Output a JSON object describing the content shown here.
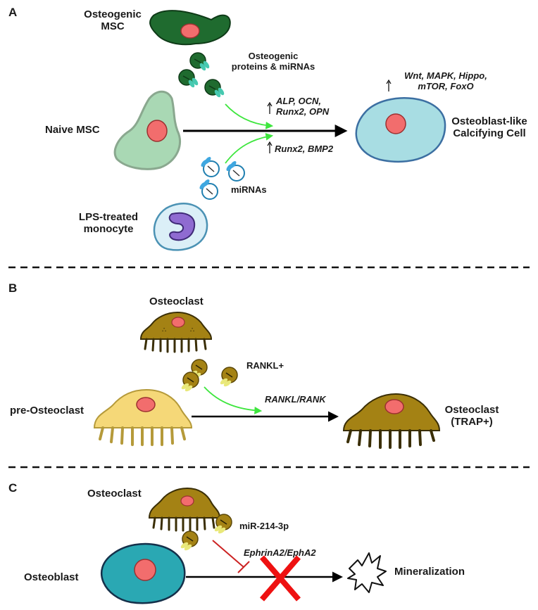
{
  "panels": {
    "a": {
      "letter": "A",
      "osteogenic_msc": [
        "Osteogenic",
        "MSC"
      ],
      "osteogenic_cargo": [
        "Osteogenic",
        "proteins & miRNAs"
      ],
      "naive_msc": "Naive MSC",
      "upreg_top": [
        "ALP, OCN,",
        "Runx2, OPN"
      ],
      "upreg_bottom": "Runx2, BMP2",
      "pathways": [
        "Wnt, MAPK, Hippo,",
        "mTOR, FoxO"
      ],
      "target_cell": [
        "Osteoblast-like",
        "Calcifying Cell"
      ],
      "mirnas": "miRNAs",
      "monocyte": [
        "LPS-treated",
        "monocyte"
      ]
    },
    "b": {
      "letter": "B",
      "osteoclast": "Osteoclast",
      "rankl_plus": "RANKL+",
      "pre_osteoclast": "pre-Osteoclast",
      "pathway": "RANKL/RANK",
      "result": [
        "Osteoclast",
        "(TRAP+)"
      ]
    },
    "c": {
      "letter": "C",
      "osteoclast": "Osteoclast",
      "mirna": "miR-214-3p",
      "pathway": "EphrinA2/EphA2",
      "osteoblast": "Osteoblast",
      "result": "Mineralization"
    }
  },
  "colors": {
    "arrow": "#000000",
    "green_arrow": "#3ee63e",
    "inhibit": "#cc2222",
    "x_mark": "#ee1111",
    "msc_dark": "#1f6b2f",
    "msc_light": "#a9d8b4",
    "calcifying_cell": "#a8dde3",
    "nucleus": "#f26d6d",
    "osteoclast": "#a48214",
    "pre_osteoclast": "#f5d878",
    "osteoblast": "#2aa8b3"
  }
}
